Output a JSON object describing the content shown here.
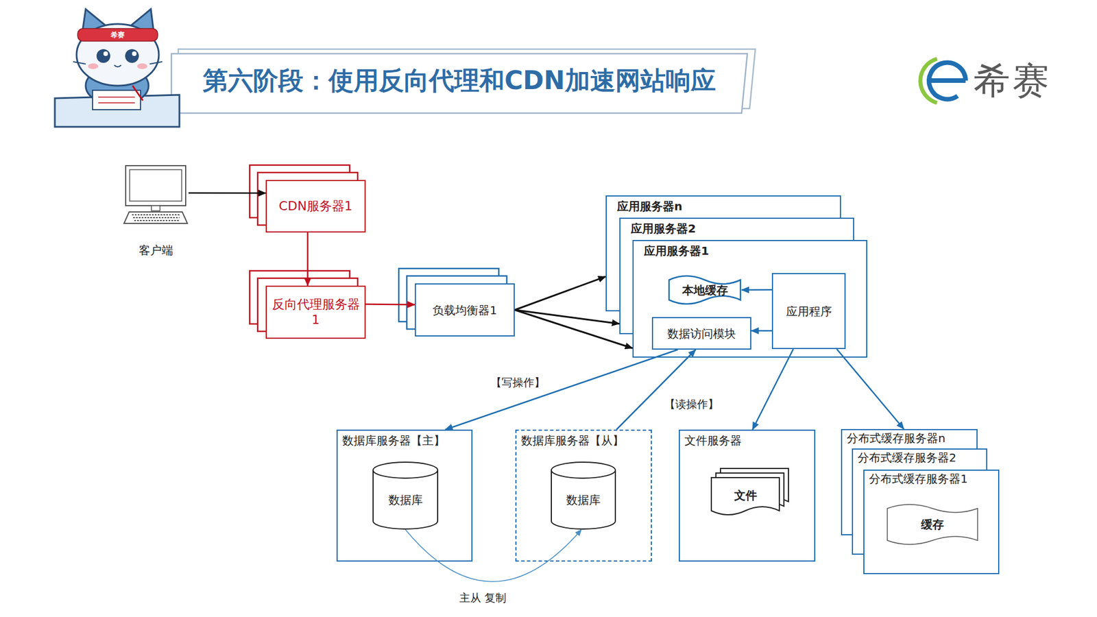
{
  "diagram": {
    "title": "第六阶段：使用反向代理和CDN加速网站响应",
    "nodes": [
      {
        "text": [
          "客户端"
        ]
      },
      {
        "text": [
          "CDN服务器1"
        ]
      },
      {
        "text": [
          "反向代理服务器 1"
        ]
      },
      {
        "text": [
          "负载均衡器1"
        ]
      },
      {
        "text": [
          "应用服务器n"
        ]
      },
      {
        "text": [
          "应用服务器2"
        ]
      },
      {
        "text": [
          "应用服务器1"
        ]
      },
      {
        "text": [
          "本地缓存"
        ],
        "in": 6
      },
      {
        "text": [
          "数据访问模块"
        ],
        "in": 6
      },
      {
        "text": [
          "应用程序"
        ],
        "in": 6
      },
      {
        "text": [
          "数据库服务器【主】"
        ]
      },
      {
        "text": [
          "数据库"
        ],
        "in": 10
      },
      {
        "text": [
          "数据库服务器【从】"
        ]
      },
      {
        "text": [
          "数据库"
        ],
        "in": 12
      },
      {
        "text": [
          "文件服务器"
        ]
      },
      {
        "text": [
          "文件"
        ],
        "in": 14
      },
      {
        "text": [
          "分布式缓存服务器n"
        ]
      },
      {
        "text": [
          "分布式缓存服务器2"
        ]
      },
      {
        "text": [
          "分布式缓存服务器1"
        ]
      },
      {
        "text": [
          "缓存"
        ],
        "in": 18
      }
    ],
    "edges": [
      {
        "from": 0,
        "to": 1,
        "arrow": "to"
      },
      {
        "from": 1,
        "to": 2,
        "arrow": "to"
      },
      {
        "from": 2,
        "to": 3,
        "arrow": "to"
      },
      {
        "from": 3,
        "to": 4,
        "arrow": "to"
      },
      {
        "from": 3,
        "to": 5,
        "arrow": "to"
      },
      {
        "from": 3,
        "to": 6,
        "arrow": "to"
      },
      {
        "from": 9,
        "to": 7,
        "arrow": "to"
      },
      {
        "from": 9,
        "to": 8,
        "arrow": "to"
      },
      {
        "from": 8,
        "to": 10,
        "label": "【写操作】",
        "arrow": "to"
      },
      {
        "from": 12,
        "to": 8,
        "label": "【读操作】",
        "arrow": "to"
      },
      {
        "from": 9,
        "to": 14,
        "arrow": "to"
      },
      {
        "from": 9,
        "to": 16,
        "arrow": "to"
      },
      {
        "from": 11,
        "to": 13,
        "label": "主从 复制",
        "arrow": "to"
      }
    ],
    "labels": [
      "希赛",
      "希赛"
    ]
  }
}
